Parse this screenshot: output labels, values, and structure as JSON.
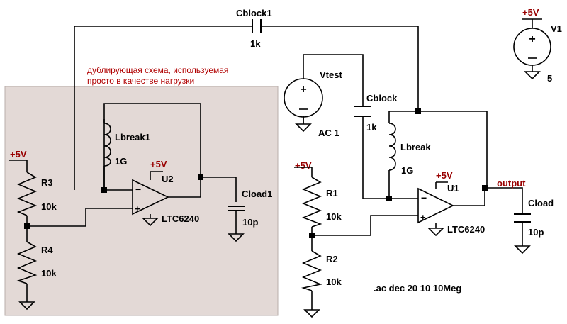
{
  "note": {
    "line1": "дублирующая схема, используемая",
    "line2": "просто в качестве нагрузки"
  },
  "directive": ".ac dec 20 10 10Meg",
  "supply_label": "+5V",
  "colors": {
    "shade": "#e3d9d6",
    "wire": "#000000",
    "supply": "#990000",
    "note": "#b00000"
  },
  "components": {
    "cblock1": {
      "name": "Cblock1",
      "value": "1k"
    },
    "cblock": {
      "name": "Cblock",
      "value": "1k"
    },
    "vtest": {
      "name": "Vtest",
      "value": "AC 1"
    },
    "v1": {
      "name": "V1",
      "value": "5"
    },
    "lbreak1": {
      "name": "Lbreak1",
      "value": "1G"
    },
    "lbreak": {
      "name": "Lbreak",
      "value": "1G"
    },
    "u2": {
      "name": "U2",
      "value": "LTC6240"
    },
    "u1": {
      "name": "U1",
      "value": "LTC6240"
    },
    "cload1": {
      "name": "Cload1",
      "value": "10p"
    },
    "cload": {
      "name": "Cload",
      "value": "10p"
    },
    "r1": {
      "name": "R1",
      "value": "10k"
    },
    "r2": {
      "name": "R2",
      "value": "10k"
    },
    "r3": {
      "name": "R3",
      "value": "10k"
    },
    "r4": {
      "name": "R4",
      "value": "10k"
    }
  },
  "output_label": "output"
}
